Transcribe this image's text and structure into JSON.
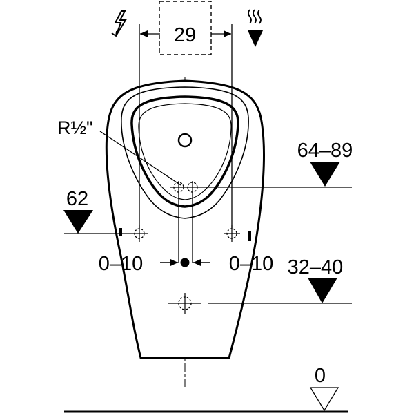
{
  "labels": {
    "supply_width": "29",
    "thread": "R½\"",
    "height_inlet": "64–89",
    "height_fix": "62",
    "offset_left": "0–10",
    "offset_right": "0–10",
    "height_drain": "32–40",
    "floor": "0"
  },
  "icons": [
    "electric-bolt-icon",
    "water-flow-icon"
  ]
}
